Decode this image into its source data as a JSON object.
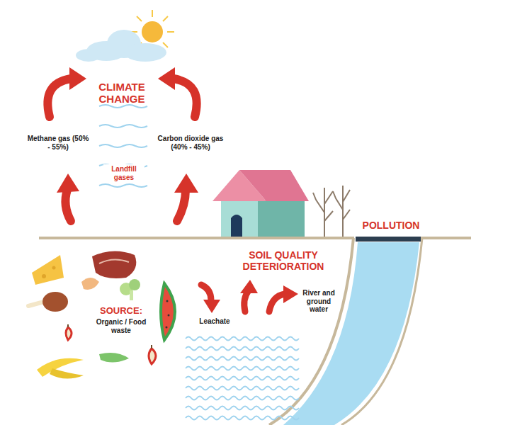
{
  "diagram": {
    "labels": [
      "CLIMATE CHANGE",
      "Methane gas (50% - 55%)",
      "Carbon dioxide gas (40% - 45%)",
      "Landfill gases",
      "POLLUTION",
      "SOIL QUALITY DETERIORATION",
      "SOURCE:",
      "Organic / Food waste",
      "Leachate",
      "River and ground water"
    ]
  }
}
